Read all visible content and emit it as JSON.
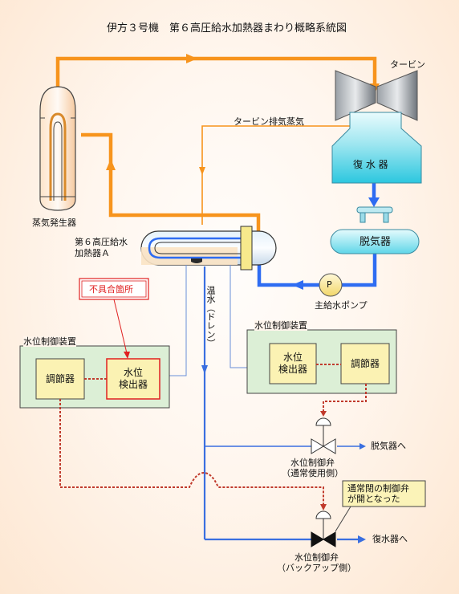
{
  "title": "伊方３号機　第６高圧給水加熱器まわり概略系統図",
  "labels": {
    "turbine": "タービン",
    "turbine_exhaust": "タービン排気蒸気",
    "condenser": "復 水 器",
    "steam_generator": "蒸気発生器",
    "heater_a": "第６高圧給水\n加熱器Ａ",
    "deaerator": "脱気器",
    "pump": "P",
    "main_feed_pump": "主給水ポンプ",
    "defect": "不具合箇所",
    "drain": "温水（ドレン）",
    "wl_control_left": "水位制御装置",
    "wl_control_right": "水位制御装置",
    "controller": "調節器",
    "detector": "水位\n検出器",
    "valve_normal": "水位制御弁\n（通常使用側）",
    "valve_backup": "水位制御弁\n（バックアップ側）",
    "to_deaerator": "脱気器へ",
    "to_condenser": "復水器へ",
    "callout": "通常閉の制御弁\nが開となった"
  },
  "colors": {
    "steam": "#f7941d",
    "feedwater": "#2e6cf2",
    "drain_line": "#3a6fe0",
    "signal": "#c0392b",
    "control_box": "#dcefd6",
    "unit_box": "#fbf2b3",
    "defect_red": "#e02020"
  }
}
